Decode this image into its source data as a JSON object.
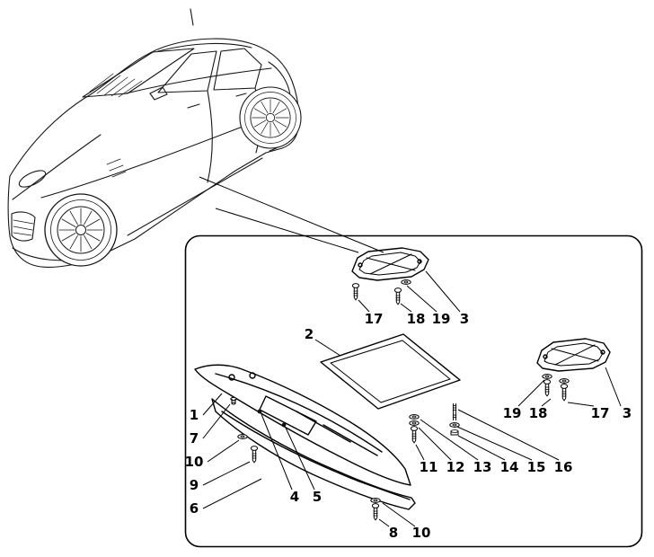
{
  "page": {
    "background": "#ffffff"
  },
  "colors": {
    "line": "#000000",
    "highlight": "#f2e615",
    "label": "#000000"
  },
  "callouts": {
    "top_group": [
      "17",
      "18",
      "19",
      "3"
    ],
    "panel": "2",
    "right_group": [
      "19",
      "18",
      "17",
      "3"
    ],
    "left_group": [
      "1",
      "7",
      "10",
      "9",
      "6"
    ],
    "clips": [
      "4",
      "5"
    ],
    "center_group": [
      "11",
      "12",
      "13",
      "14",
      "15",
      "16"
    ],
    "bottom_group": [
      "8",
      "10"
    ]
  }
}
